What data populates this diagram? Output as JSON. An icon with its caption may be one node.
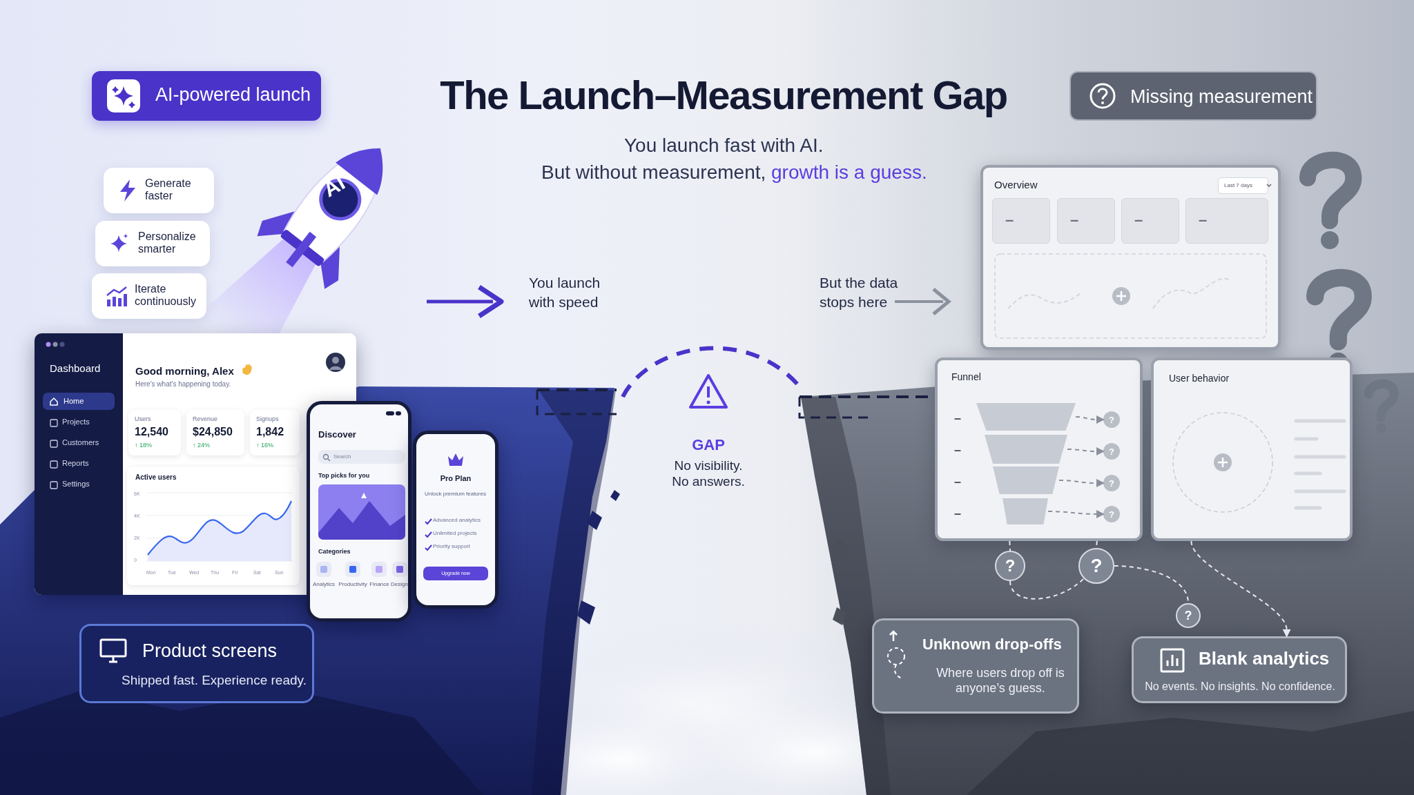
{
  "diagram": {
    "title": "The Launch–Measurement Gap",
    "nodes": [
      {
        "text": [
          "AI-powered launch"
        ]
      },
      {
        "text": [
          "Generate faster"
        ]
      },
      {
        "text": [
          "Personalize smarter"
        ]
      },
      {
        "text": [
          "Iterate continuously"
        ]
      },
      {
        "text": [
          "Missing measurement"
        ]
      },
      {
        "text": [
          "Dashboard",
          "Home",
          "Projects",
          "Customers",
          "Reports",
          "Settings",
          "Good morning, Alex",
          "Here's what's happening today."
        ]
      },
      {
        "text": [
          "Users",
          "12,540",
          "↑ 18%"
        ],
        "in": 5
      },
      {
        "text": [
          "Revenue",
          "$24,850",
          "↑ 24%"
        ],
        "in": 5
      },
      {
        "text": [
          "Signups",
          "1,842",
          "↑ 16%"
        ],
        "in": 5
      },
      {
        "text": [
          "Active users",
          "6K",
          "4K",
          "2K",
          "0",
          "Mon",
          "Tue",
          "Wed",
          "Thu",
          "Fri",
          "Sat",
          "Sun"
        ],
        "in": 5
      },
      {
        "text": [
          "Discover",
          "Search",
          "Top picks for you",
          "Categories",
          "Analytics",
          "Productivity",
          "Finance",
          "Design"
        ]
      },
      {
        "text": [
          "Pro Plan",
          "Unlock premium features",
          "Advanced analytics",
          "Unlimited projects",
          "Priority support",
          "Upgrade now"
        ]
      },
      {
        "text": [
          "Product screens",
          "Shipped fast. Experience ready."
        ]
      },
      {
        "text": [
          "GAP",
          "No visibility. No answers."
        ]
      },
      {
        "text": [
          "Overview",
          "Last 7 days"
        ]
      },
      {
        "text": [
          "–"
        ],
        "in": 14
      },
      {
        "text": [
          "–"
        ],
        "in": 14
      },
      {
        "text": [
          "–"
        ],
        "in": 14
      },
      {
        "text": [
          "–"
        ],
        "in": 14
      },
      {
        "text": [
          "Funnel",
          "–",
          "–",
          "–",
          "–"
        ]
      },
      {
        "text": [],
        "shape": "trapezoid",
        "in": 19
      },
      {
        "text": [],
        "shape": "trapezoid",
        "in": 19
      },
      {
        "text": [],
        "shape": "trapezoid",
        "in": 19
      },
      {
        "text": [],
        "shape": "trapezoid",
        "in": 19
      },
      {
        "text": [
          "?"
        ],
        "in": 19
      },
      {
        "text": [
          "?"
        ],
        "in": 19
      },
      {
        "text": [
          "?"
        ],
        "in": 19
      },
      {
        "text": [
          "?"
        ],
        "in": 19
      },
      {
        "text": [
          "User behavior"
        ]
      },
      {
        "text": [
          "?"
        ]
      },
      {
        "text": [
          "?"
        ]
      },
      {
        "text": [
          "?"
        ]
      },
      {
        "text": [
          "Unknown drop-offs",
          "Where users drop off is anyone’s guess."
        ]
      },
      {
        "text": [
          "Blank analytics",
          "No events. No insights. No confidence."
        ]
      }
    ],
    "edges": [
      {
        "from": 20,
        "to": 24,
        "arrow": "to",
        "style": "dashed",
        "color": "#8a909c"
      },
      {
        "from": 21,
        "to": 25,
        "arrow": "to",
        "style": "dashed",
        "color": "#8a909c"
      },
      {
        "from": 22,
        "to": 26,
        "arrow": "to",
        "style": "dashed",
        "color": "#8a909c"
      },
      {
        "from": 23,
        "to": 27,
        "arrow": "to",
        "style": "dashed",
        "color": "#8a909c"
      },
      {
        "from": 19,
        "to": 29,
        "arrow": "none",
        "style": "dashed"
      },
      {
        "from": 19,
        "to": 30,
        "arrow": "none",
        "style": "dashed"
      },
      {
        "from": 29,
        "to": 30,
        "arrow": "none",
        "style": "dashed"
      },
      {
        "from": 30,
        "to": 31,
        "arrow": "none",
        "style": "dashed"
      },
      {
        "from": 28,
        "to": 33,
        "arrow": "to",
        "style": "dashed"
      }
    ],
    "labels": [
      "You launch fast with AI.",
      "But without measurement,",
      "growth is a guess.",
      "AI",
      "You launch with speed",
      "But the data stops here"
    ]
  }
}
